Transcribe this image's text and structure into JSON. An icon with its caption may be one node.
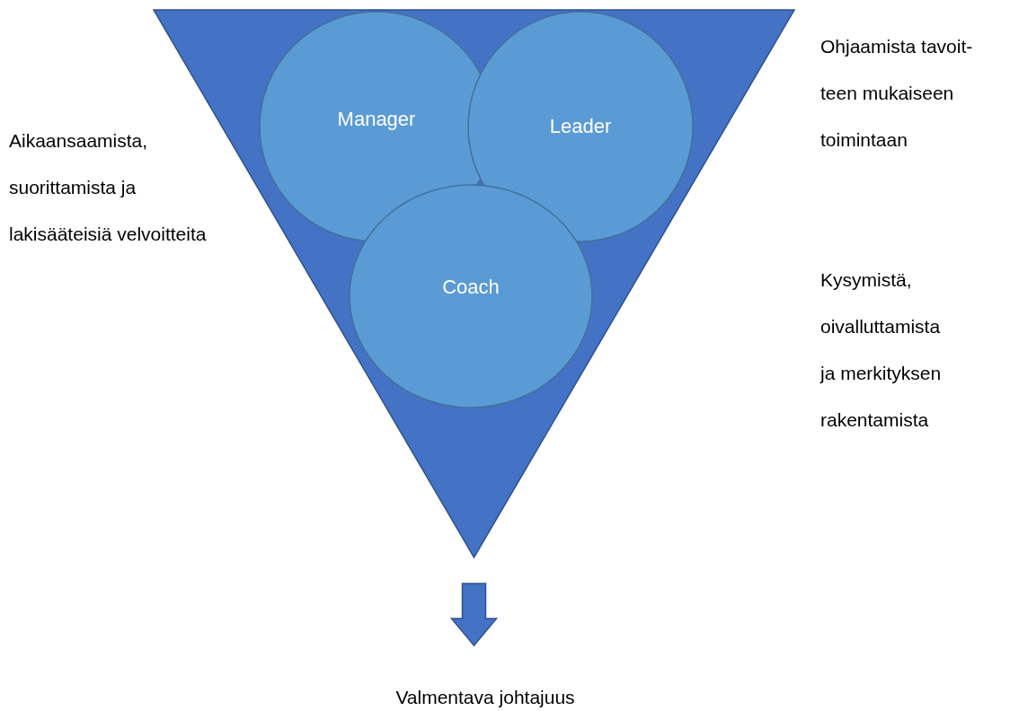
{
  "diagram": {
    "nodes": [
      {
        "text": [],
        "shape": "triangle"
      },
      {
        "text": [
          "Manager"
        ],
        "in": 0
      },
      {
        "text": [
          "Leader"
        ],
        "in": 0
      },
      {
        "text": [
          "Coach"
        ],
        "in": 0
      },
      {
        "text": [
          "Valmentava johtajuus"
        ]
      }
    ],
    "edges": [
      {
        "from": 0,
        "to": 4,
        "arrow": "to"
      }
    ],
    "labels": [
      "Ohjaamista tavoit-teen mukaiseen toimintaan",
      "Aikaansaamista, suorittamista ja lakisääteisiä velvoitteita",
      "Kysymistä, oivalluttamista ja merkityksen rakentamista"
    ]
  }
}
